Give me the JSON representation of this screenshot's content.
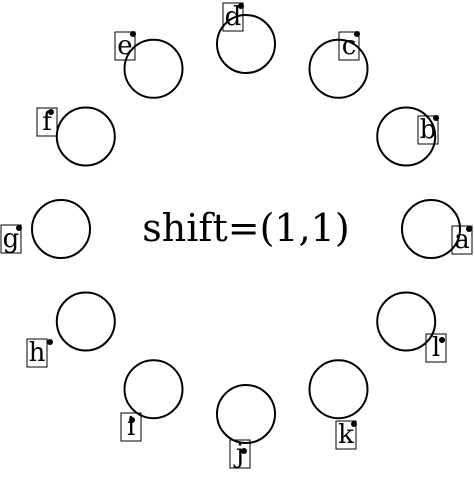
{
  "title": "shift=(1,1)",
  "nodes": [
    {
      "label": "a"
    },
    {
      "label": "b"
    },
    {
      "label": "c"
    },
    {
      "label": "d"
    },
    {
      "label": "e"
    },
    {
      "label": "f"
    },
    {
      "label": "g"
    },
    {
      "label": "h"
    },
    {
      "label": "i"
    },
    {
      "label": "j"
    },
    {
      "label": "k"
    },
    {
      "label": "l"
    }
  ],
  "colors": {
    "stroke": "#000000",
    "background": "#ffffff"
  }
}
